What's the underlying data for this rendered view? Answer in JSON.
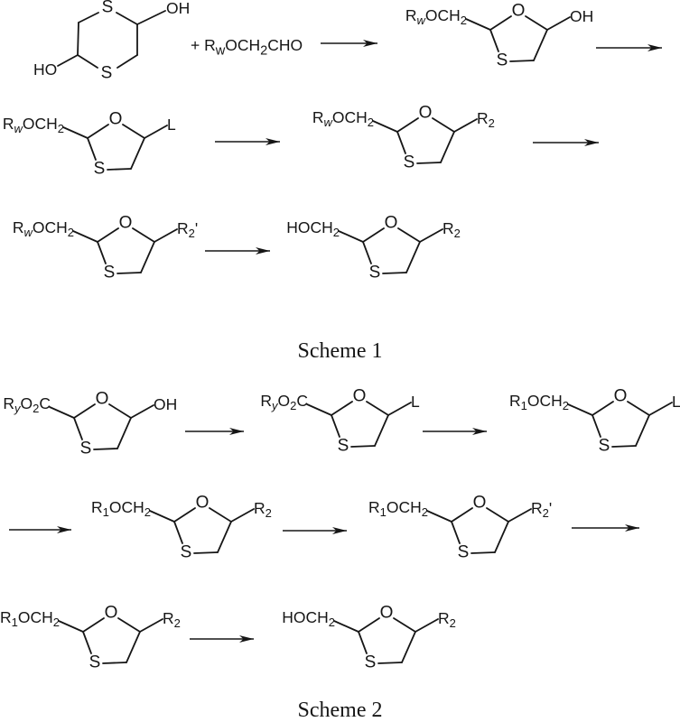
{
  "figure": {
    "kind": "chemical-reaction-schemes",
    "ink_color": "#161616",
    "background_color": "#ffffff"
  },
  "captions": {
    "scheme1": "Scheme 1",
    "scheme2": "Scheme 2"
  },
  "reagents": {
    "plus_aldehyde": "+ R_w_OCH_2_CHO"
  },
  "molecules": {
    "dithiane_diol": {
      "s_top": "S",
      "s_bottom": "S",
      "oh": "OH",
      "ho": "HO"
    },
    "s1_hydroxy": {
      "left": "R_w_OCH_2_",
      "o": "O",
      "s": "S",
      "right": "OH"
    },
    "s1_leaving": {
      "left": "R_w_OCH_2_",
      "o": "O",
      "s": "S",
      "right": "L"
    },
    "s1_r2": {
      "left": "R_w_OCH_2_",
      "o": "O",
      "s": "S",
      "right": "R_2_"
    },
    "s1_r2prime": {
      "left": "R_w_OCH_2_",
      "o": "O",
      "s": "S",
      "right": "R_2_'"
    },
    "s1_product": {
      "left": "HOCH_2_",
      "o": "O",
      "s": "S",
      "right": "R_2_"
    },
    "s2_ester_oh": {
      "left": "R_y_O_2_C",
      "o": "O",
      "s": "S",
      "right": "OH"
    },
    "s2_ester_l": {
      "left": "R_y_O_2_C",
      "o": "O",
      "s": "S",
      "right": "L"
    },
    "s2_ether_l": {
      "left": "R_1_OCH_2_",
      "o": "O",
      "s": "S",
      "right": "L"
    },
    "s2_r2": {
      "left": "R_1_OCH_2_",
      "o": "O",
      "s": "S",
      "right": "R_2_"
    },
    "s2_r2prime": {
      "left": "R_1_OCH_2_",
      "o": "O",
      "s": "S",
      "right": "R_2_'"
    },
    "s2_r2_b": {
      "left": "R_1_OCH_2_",
      "o": "O",
      "s": "S",
      "right": "R_2_"
    },
    "s2_product": {
      "left": "HOCH_2_",
      "o": "O",
      "s": "S",
      "right": "R_2_"
    }
  }
}
